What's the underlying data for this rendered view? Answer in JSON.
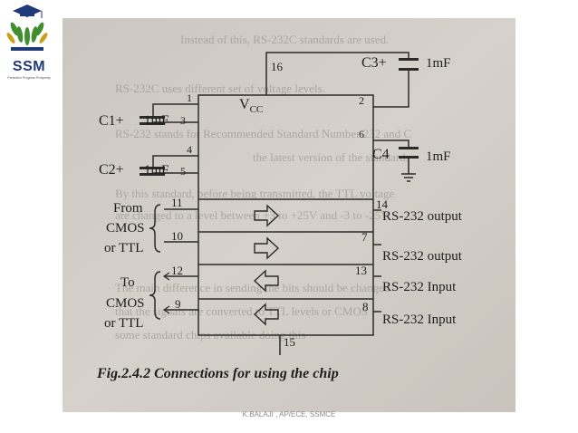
{
  "logo": {
    "text": "SSM",
    "tagline": "Perfection Progress Prosperity"
  },
  "figure": {
    "caption": "Fig.2.4.2 Connections for using the chip",
    "vcc_main": "V",
    "vcc_sub": "CC",
    "pins": {
      "p1": "1",
      "p2": "2",
      "p3": "3",
      "p4": "4",
      "p5": "5",
      "p6": "6",
      "p7": "7",
      "p8": "8",
      "p9": "9",
      "p10": "10",
      "p11": "11",
      "p12": "12",
      "p13": "13",
      "p14": "14",
      "p15": "15",
      "p16": "16"
    },
    "capacitors": {
      "c1": "C1+",
      "c1_value": "1mF",
      "c2": "C2+",
      "c2_value": "1mF",
      "c3": "C3+",
      "c3_value": "1mF",
      "c4": "C4",
      "c4_value": "1mF"
    },
    "left_labels": {
      "from": "From",
      "cmos1": "CMOS",
      "ttl1": "or TTL",
      "to": "To",
      "cmos2": "CMOS",
      "ttl2": "or TTL"
    },
    "right_labels": {
      "out1": "RS-232 output",
      "out2": "RS-232 output",
      "in1": "RS-232 Input",
      "in2": "RS-232 Input"
    },
    "bg_text": [
      "Instead of this, RS-232C standards are used.",
      "RS-232C uses different set of voltage levels.",
      "RS-232 stands for Recommended Standard Number 232 and C",
      "the latest version of the standard.",
      "By this standard, before being transmitted, the TTL voltage",
      "are changed to a level between +3 to +25V and -3 to -25V",
      "The main difference in sending the bits should be changed",
      "that the signals are converted to TTL levels or CMOS",
      "some standard chips available doing this"
    ]
  },
  "footer": "K.BALAJI , AP/ECE, SSMCE"
}
